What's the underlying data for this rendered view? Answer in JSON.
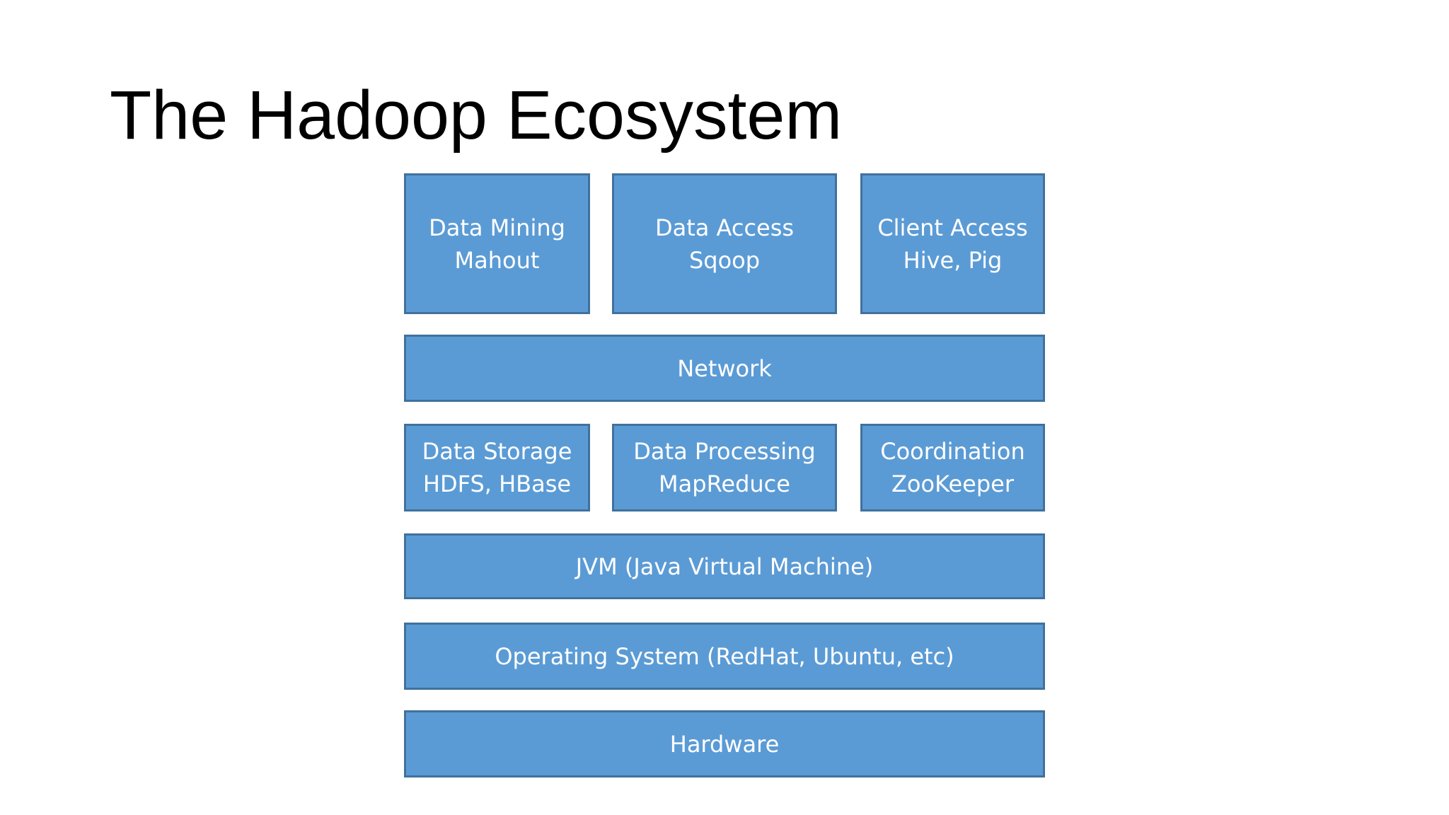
{
  "slide": {
    "title": "The Hadoop Ecosystem",
    "diagram": {
      "top_row": [
        {
          "name": "Data Mining",
          "tech": "Mahout"
        },
        {
          "name": "Data Access",
          "tech": "Sqoop"
        },
        {
          "name": "Client Access",
          "tech": "Hive, Pig"
        }
      ],
      "network": "Network",
      "middle_row": [
        {
          "name": "Data Storage",
          "tech": "HDFS, HBase"
        },
        {
          "name": "Data Processing",
          "tech": "MapReduce"
        },
        {
          "name": "Coordination",
          "tech": "ZooKeeper"
        }
      ],
      "jvm": "JVM (Java Virtual Machine)",
      "os": "Operating System (RedHat, Ubuntu, etc)",
      "hardware": "Hardware"
    }
  },
  "colors": {
    "background": "#ffffff",
    "title_text": "#000000",
    "box_fill": "#5b9bd5",
    "box_border": "#41719c",
    "box_text": "#ffffff"
  }
}
